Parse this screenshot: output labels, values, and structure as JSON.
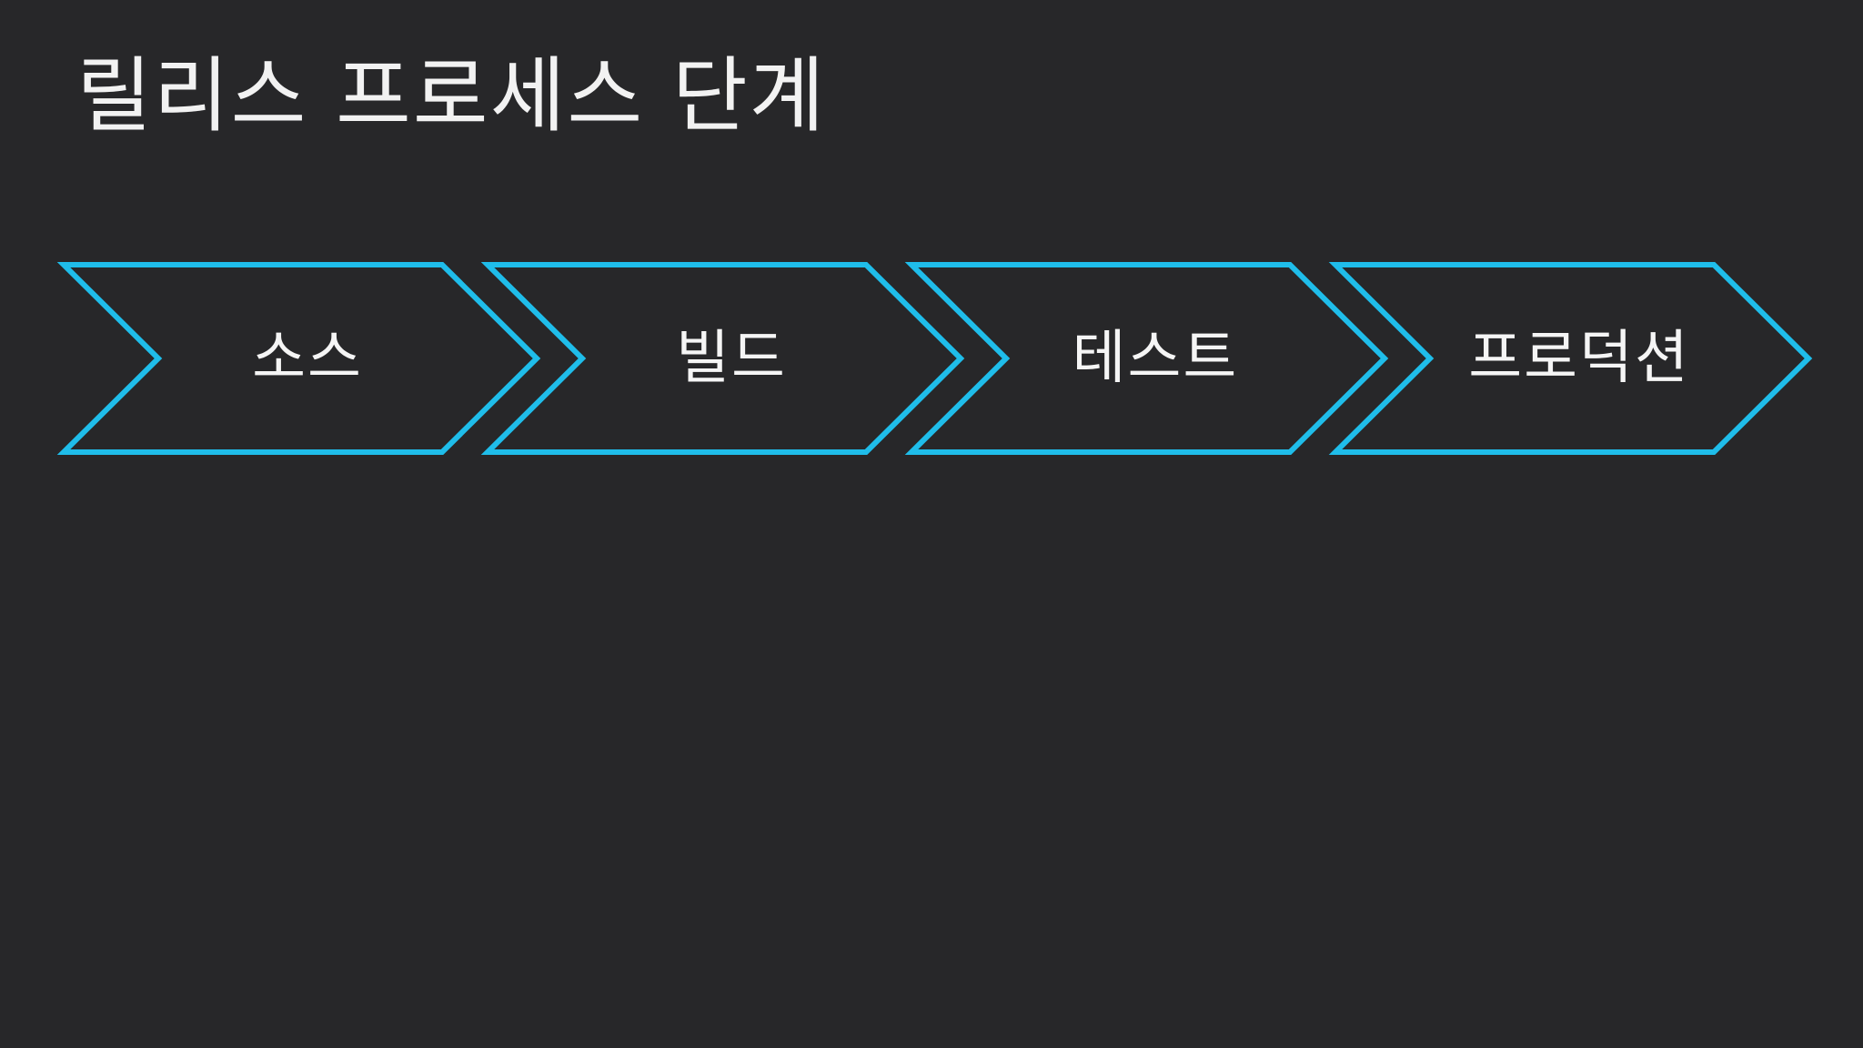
{
  "slide": {
    "title": "릴리스 프로세스 단계"
  },
  "process": {
    "steps": [
      {
        "label": "소스"
      },
      {
        "label": "빌드"
      },
      {
        "label": "테스트"
      },
      {
        "label": "프로덕션"
      }
    ]
  },
  "colors": {
    "background": "#272729",
    "accent": "#1fbdea",
    "text": "#f2f2f2"
  }
}
